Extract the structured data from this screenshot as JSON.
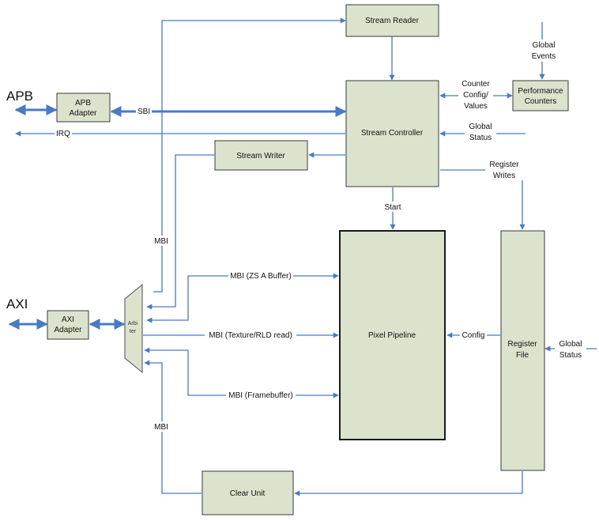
{
  "colors": {
    "box_fill": "#dce3cd",
    "wire": "#4a7ac4",
    "border": "#3a3a3a"
  },
  "blocks": {
    "stream_reader": "Stream Reader",
    "apb_adapter": [
      "APB",
      "Adapter"
    ],
    "stream_controller": "Stream Controller",
    "performance_counters": [
      "Performance",
      "Counters"
    ],
    "stream_writer": "Stream Writer",
    "axi_adapter": [
      "AXI",
      "Adapter"
    ],
    "arbiter": [
      "Arbi",
      "ter"
    ],
    "pixel_pipeline": "Pixel Pipeline",
    "register_file": [
      "Register",
      "File"
    ],
    "clear_unit": "Clear Unit"
  },
  "interfaces": {
    "apb": "APB",
    "axi": "AXI"
  },
  "signals": {
    "sbi": "SBI",
    "irq": "IRQ",
    "global_events": [
      "Global",
      "Events"
    ],
    "counter_config": [
      "Counter",
      "Config/",
      "Values"
    ],
    "global_status_top": [
      "Global",
      "Status"
    ],
    "register_writes": [
      "Register",
      "Writes"
    ],
    "start": "Start",
    "mbi_upper": "MBI",
    "mbi_lower": "MBI",
    "mbi_zs": "MBI (ZS A Buffer)",
    "mbi_texture": "MBI (Texture/RLD read)",
    "mbi_framebuffer": "MBI (Framebuffer)",
    "config": "Config",
    "global_status_right": [
      "Global",
      "Status"
    ]
  }
}
